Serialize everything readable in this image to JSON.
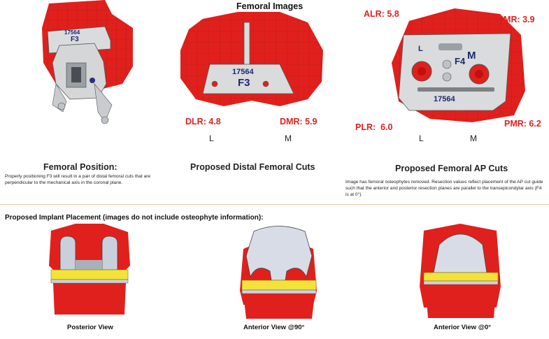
{
  "header": {
    "title": "Femoral Images"
  },
  "distal_view": {
    "guide_number": "17564",
    "guide_label": "F3",
    "dlr": "DLR: 4.8",
    "dmr": "DMR: 5.9",
    "left": "L",
    "medial": "M"
  },
  "iso_view": {
    "guide_number": "17564",
    "guide_label": "F3"
  },
  "ap_view": {
    "alr": "ALR: 5.8",
    "amr": "AMR: 3.9",
    "plr": "PLR:  6.0",
    "pmr": "PMR: 6.2",
    "guide_label": "F4",
    "guide_number": "17564",
    "inner_l": "L",
    "inner_m": "M",
    "left": "L",
    "medial": "M"
  },
  "sections": {
    "femoral_position": {
      "title": "Femoral Position:",
      "text": "Properly positioning F3 will result in a pair of distal femoral cuts that are perpendicular to the mechanical axis in the coronal plane."
    },
    "distal_cuts": {
      "title": "Proposed Distal Femoral Cuts"
    },
    "ap_cuts": {
      "title": "Proposed Femoral AP Cuts",
      "text": "Image has femoral osteophytes removed.  Resection values reflect placement of the AP cut guide such that the anterior and posterior resection planes are parallel to the transepicondylar axis (F4 is at 0°)."
    }
  },
  "implant": {
    "title": "Proposed Implant Placement (images do not include osteophyte information):",
    "views": [
      "Posterior View",
      "Anterior View @90°",
      "Anterior View @0°"
    ]
  },
  "colors": {
    "bone": "#e0201c",
    "guide": "#d9dbdd",
    "implant": "#c9d0dc",
    "insert": "#f2e23a",
    "tibia_tray": "#cfd3d8",
    "annotation_red": "#e0211d",
    "divider": "#f3c9a4"
  }
}
